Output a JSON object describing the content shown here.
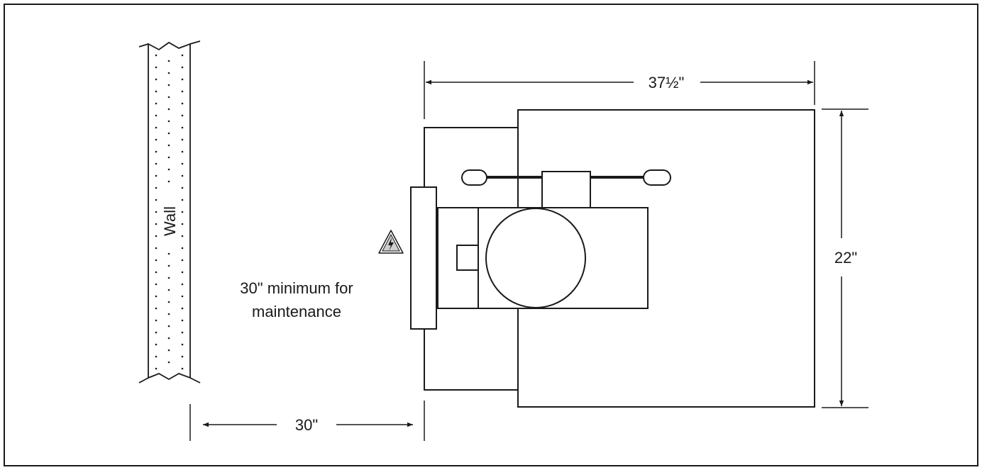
{
  "labels": {
    "wall": "Wall",
    "width_dimension": "37½\"",
    "depth_dimension": "22\"",
    "clearance_dimension": "30\"",
    "maintenance_line1": "30\" minimum for",
    "maintenance_line2": "maintenance"
  },
  "icons": {
    "warning": "electrical-hazard-warning-icon"
  },
  "colors": {
    "line": "#1a1a1a",
    "background": "#ffffff"
  }
}
